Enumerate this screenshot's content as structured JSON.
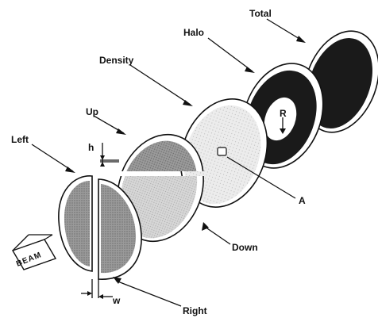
{
  "diagram": {
    "labels": {
      "total": "Total",
      "halo": "Halo",
      "density": "Density",
      "up": "Up",
      "left": "Left",
      "down": "Down",
      "right": "Right",
      "a": "A",
      "r": "R",
      "h": "h",
      "w": "w",
      "beam": "BEAM"
    },
    "colors": {
      "ink": "#111111",
      "dark_fill": "#1a1a1a",
      "medium_fill": "#8a8a8a",
      "light_fill": "#c9c9c9",
      "very_light_fill": "#e4e4e4",
      "paper": "#ffffff"
    }
  }
}
